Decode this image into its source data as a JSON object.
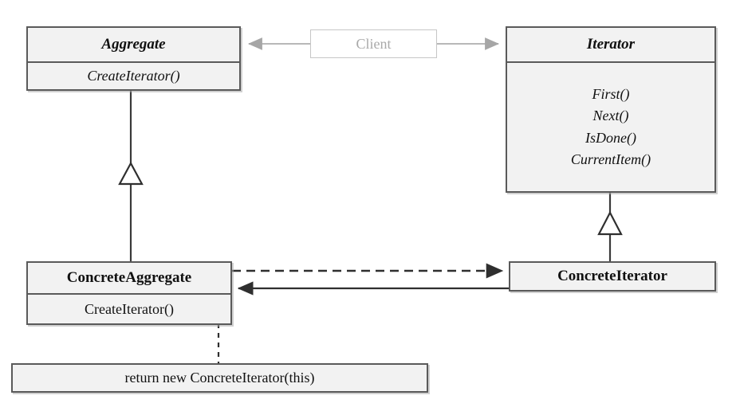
{
  "diagram": {
    "title": "Iterator design pattern UML class diagram",
    "colors": {
      "box_fill": "#f2f2f2",
      "box_border": "#5a5a5a",
      "client_border": "#c6c6c6",
      "client_text": "#a9a9a9",
      "line": "#3a3a3a",
      "client_line": "#b0b0b0",
      "text": "#111111",
      "background": "#ffffff"
    }
  },
  "classes": {
    "aggregate": {
      "name": "Aggregate",
      "abstract": true,
      "operations": [
        "CreateIterator()"
      ]
    },
    "iterator": {
      "name": "Iterator",
      "abstract": true,
      "operations": [
        "First()",
        "Next()",
        "IsDone()",
        "CurrentItem()"
      ]
    },
    "client": {
      "name": "Client"
    },
    "concrete_aggregate": {
      "name": "ConcreteAggregate",
      "abstract": false,
      "operations": [
        "CreateIterator()"
      ]
    },
    "concrete_iterator": {
      "name": "ConcreteIterator",
      "abstract": false,
      "operations": []
    }
  },
  "note": {
    "text": "return new ConcreteIterator(this)"
  },
  "relations": [
    {
      "name": "client-to-aggregate",
      "kind": "association",
      "from": "Client",
      "to": "Aggregate",
      "arrow": "open"
    },
    {
      "name": "client-to-iterator",
      "kind": "association",
      "from": "Client",
      "to": "Iterator",
      "arrow": "open"
    },
    {
      "name": "concrete-aggregate-inherits-aggregate",
      "kind": "generalization",
      "from": "ConcreteAggregate",
      "to": "Aggregate",
      "arrow": "hollow-triangle"
    },
    {
      "name": "concrete-iterator-inherits-iterator",
      "kind": "generalization",
      "from": "ConcreteIterator",
      "to": "Iterator",
      "arrow": "hollow-triangle"
    },
    {
      "name": "concrete-aggregate-creates-concrete-iterator",
      "kind": "dependency",
      "from": "ConcreteAggregate",
      "to": "ConcreteIterator",
      "arrow": "filled",
      "style": "dashed"
    },
    {
      "name": "concrete-iterator-references-concrete-aggregate",
      "kind": "association",
      "from": "ConcreteIterator",
      "to": "ConcreteAggregate",
      "arrow": "filled",
      "style": "solid"
    },
    {
      "name": "note-anchor-to-create-iterator",
      "kind": "note-link",
      "from": "note",
      "to": "CreateIterator()",
      "style": "dashed"
    }
  ]
}
